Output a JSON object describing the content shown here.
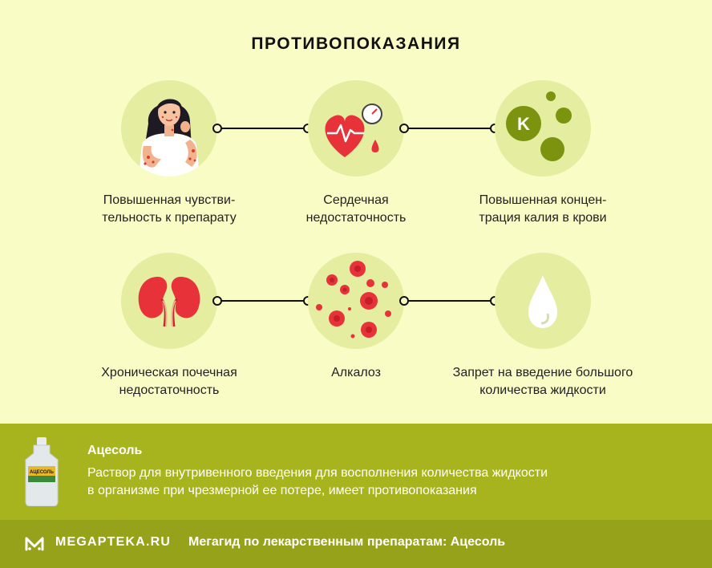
{
  "title": "ПРОТИВОПОКАЗАНИЯ",
  "items": [
    {
      "line1": "Повышенная чувстви-",
      "line2": "тельность к препарату",
      "icon": "woman-allergy-icon"
    },
    {
      "line1": "Сердечная",
      "line2": "недостаточность",
      "icon": "heart-pressure-icon"
    },
    {
      "line1": "Повышенная концен-",
      "line2": "трация калия в крови",
      "icon": "potassium-icon",
      "icon_text": "K"
    },
    {
      "line1": "Хроническая почечная",
      "line2": "недостаточность",
      "icon": "kidneys-icon"
    },
    {
      "line1": "Алкалоз",
      "line2": "",
      "icon": "blood-cells-icon"
    },
    {
      "line1": "Запрет на введение большого",
      "line2": "количества жидкости",
      "icon": "water-drop-icon"
    }
  ],
  "product": {
    "name": "Ацесоль",
    "desc_line1": "Раствор для внутривенного введения для восполнения количества жидкости",
    "desc_line2": "в организме при чрезмерной ее потере, имеет противопоказания",
    "bottle_label": "АЦЕСОЛЬ"
  },
  "footer": {
    "logo": "MEGAPTEKA.RU",
    "text": "Мегагид по лекарственным препаратам: Ацесоль"
  },
  "colors": {
    "background": "#fafcc6",
    "circle": "#e5eda0",
    "band": "#a8b41e",
    "footer": "#97a21b",
    "accent_red": "#e8323a",
    "potassium_green": "#7c930f"
  }
}
